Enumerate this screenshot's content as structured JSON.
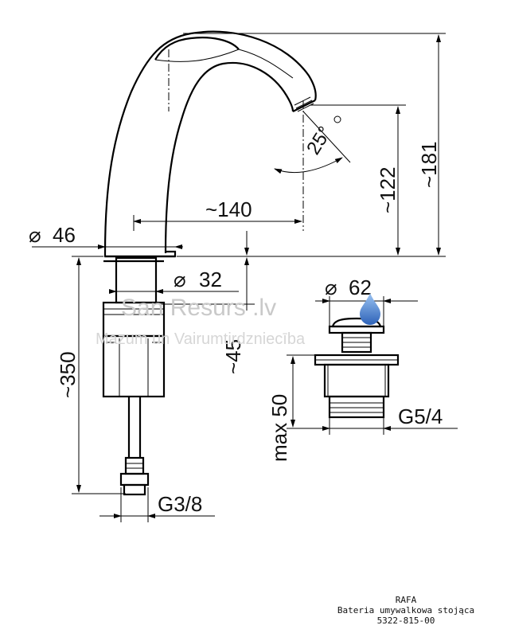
{
  "dimensions": {
    "height_total": "~181",
    "height_outlet": "~122",
    "reach": "~140",
    "aerator_angle": "25°",
    "base_diameter": "46",
    "shank_diameter": "32",
    "height_below_deck": "~45",
    "hose_length": "~350",
    "hose_thread": "G3/8",
    "waste_diameter": "62",
    "waste_max_height": "max 50",
    "waste_thread": "G5/4",
    "diameter_symbol": "⌀"
  },
  "watermark": {
    "brand": "San Resurs .lv",
    "tagline": "Mazum un Vairumtirdzniecība"
  },
  "title_block": {
    "model": "RAFA",
    "description": "Bateria umywalkowa stojąca",
    "code": "5322-815-00"
  },
  "colors": {
    "line": "#000000",
    "watermark": "#c9c9c9",
    "drop": "#4a7fd0"
  }
}
